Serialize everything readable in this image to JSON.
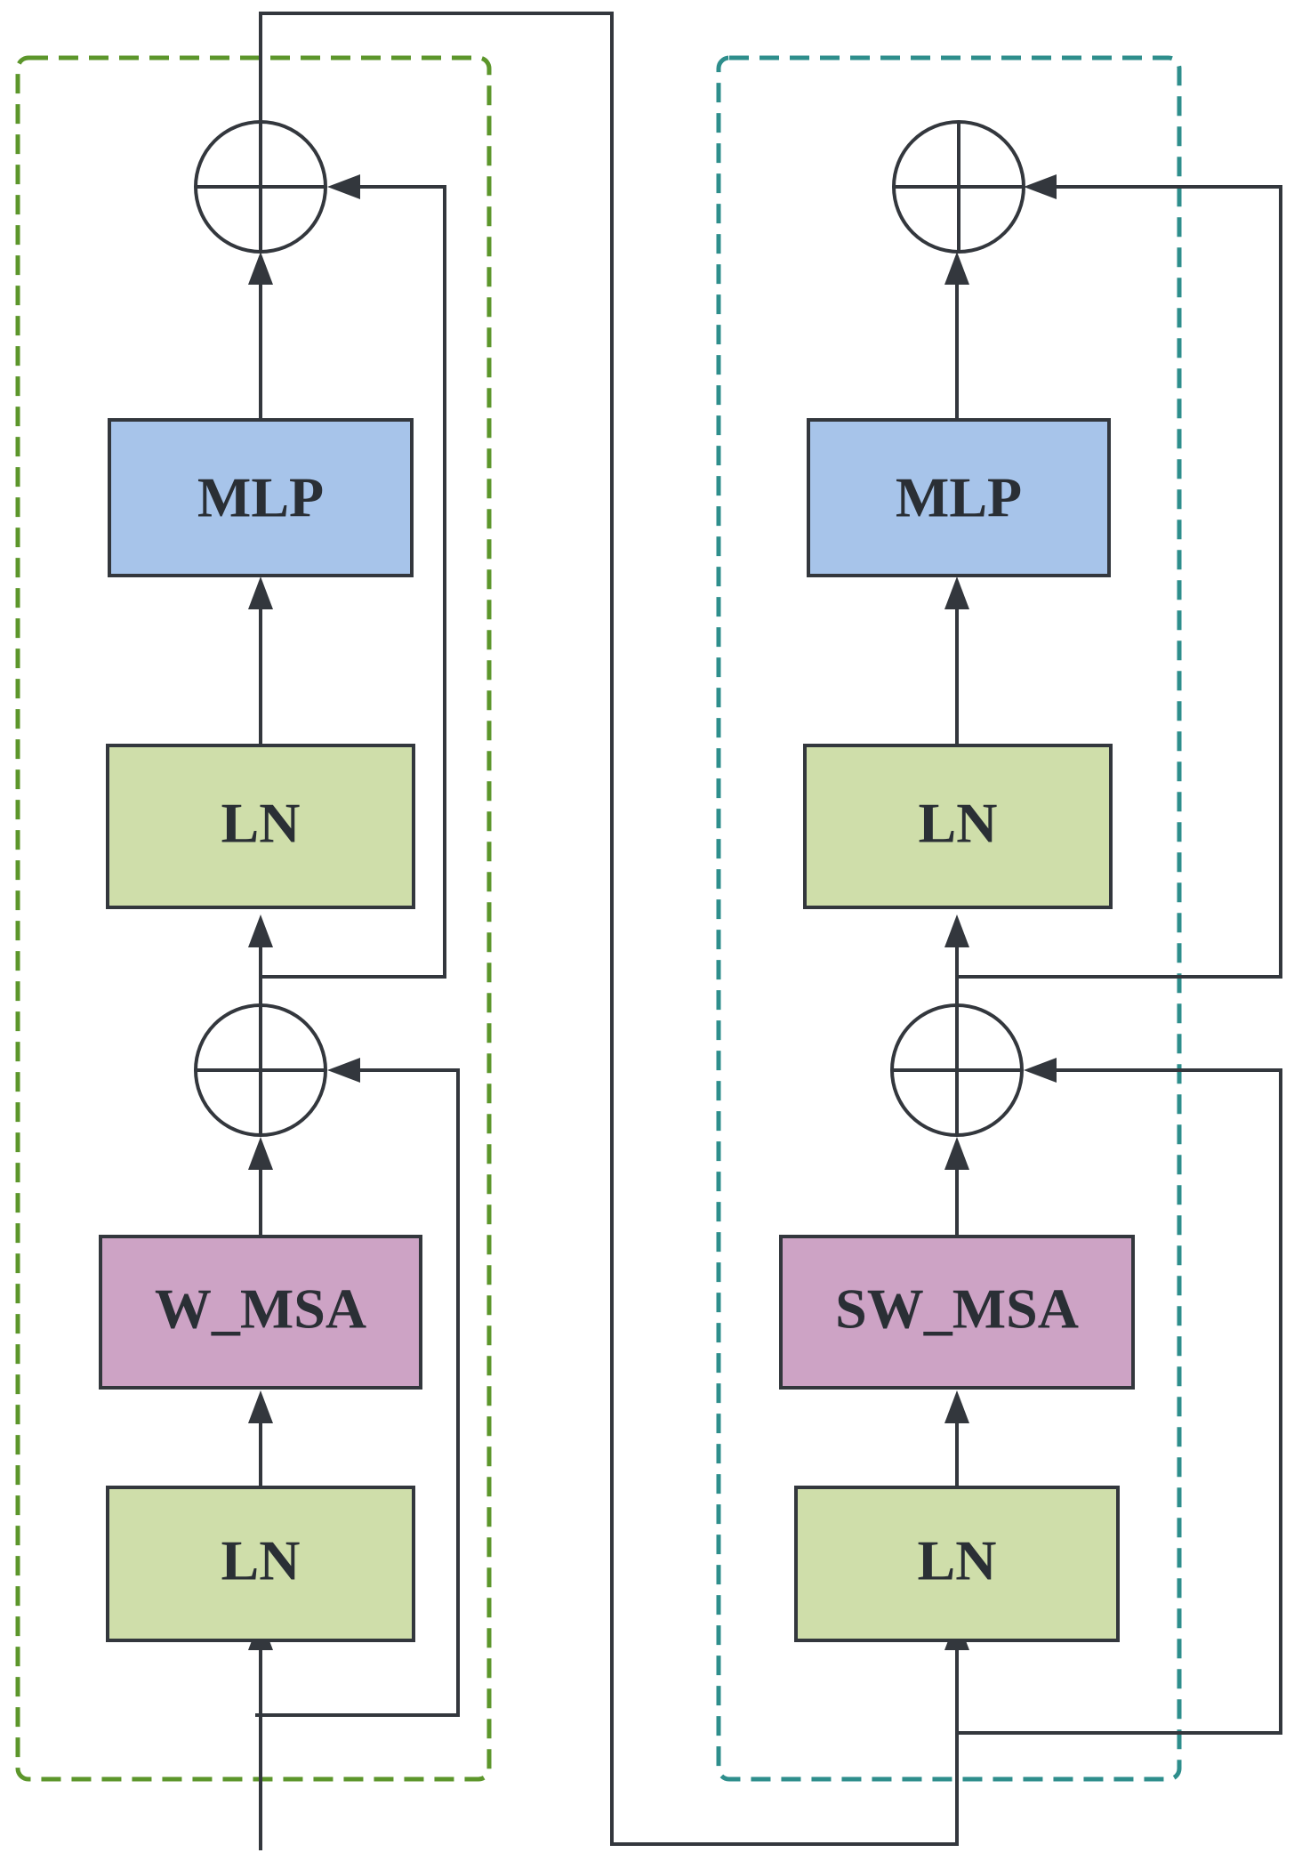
{
  "blocks": {
    "left": {
      "mlp": "MLP",
      "ln_top": "LN",
      "attention": "W_MSA",
      "ln_bottom": "LN"
    },
    "right": {
      "mlp": "MLP",
      "ln_top": "LN",
      "attention": "SW_MSA",
      "ln_bottom": "LN"
    }
  },
  "colors": {
    "mlp": "#a7c4ea",
    "ln": "#cfdeaa",
    "msa": "#cda3c5",
    "line": "#33373d",
    "left_border": "#5c962b",
    "right_border": "#2e8e8c"
  }
}
